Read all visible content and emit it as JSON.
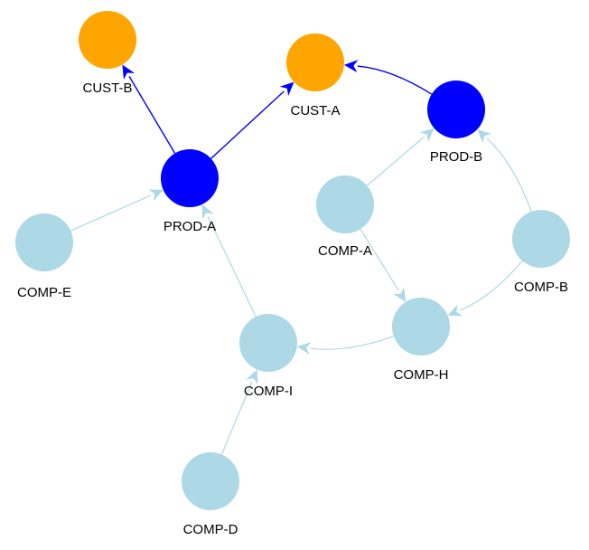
{
  "graph": {
    "type": "directed-network",
    "legend_colors": {
      "customer": "#FFA500",
      "product": "#0000FF",
      "component": "#ADD8E6"
    },
    "nodes": [
      {
        "id": "CUST-B",
        "label": "CUST-B",
        "group": "customer"
      },
      {
        "id": "CUST-A",
        "label": "CUST-A",
        "group": "customer"
      },
      {
        "id": "PROD-B",
        "label": "PROD-B",
        "group": "product"
      },
      {
        "id": "PROD-A",
        "label": "PROD-A",
        "group": "product"
      },
      {
        "id": "COMP-E",
        "label": "COMP-E",
        "group": "component"
      },
      {
        "id": "COMP-A",
        "label": "COMP-A",
        "group": "component"
      },
      {
        "id": "COMP-B",
        "label": "COMP-B",
        "group": "component"
      },
      {
        "id": "COMP-H",
        "label": "COMP-H",
        "group": "component"
      },
      {
        "id": "COMP-I",
        "label": "COMP-I",
        "group": "component"
      },
      {
        "id": "COMP-D",
        "label": "COMP-D",
        "group": "component"
      }
    ],
    "edges": [
      {
        "from": "PROD-A",
        "to": "CUST-B",
        "color": "#0000FF"
      },
      {
        "from": "PROD-A",
        "to": "CUST-A",
        "color": "#0000FF"
      },
      {
        "from": "PROD-B",
        "to": "CUST-A",
        "color": "#0000FF"
      },
      {
        "from": "COMP-E",
        "to": "PROD-A",
        "color": "#ADD8E6"
      },
      {
        "from": "COMP-I",
        "to": "PROD-A",
        "color": "#ADD8E6"
      },
      {
        "from": "COMP-A",
        "to": "PROD-B",
        "color": "#ADD8E6"
      },
      {
        "from": "COMP-B",
        "to": "PROD-B",
        "color": "#ADD8E6"
      },
      {
        "from": "COMP-A",
        "to": "COMP-H",
        "color": "#ADD8E6"
      },
      {
        "from": "COMP-B",
        "to": "COMP-H",
        "color": "#ADD8E6"
      },
      {
        "from": "COMP-H",
        "to": "COMP-I",
        "color": "#ADD8E6"
      },
      {
        "from": "COMP-D",
        "to": "COMP-I",
        "color": "#ADD8E6"
      }
    ]
  }
}
